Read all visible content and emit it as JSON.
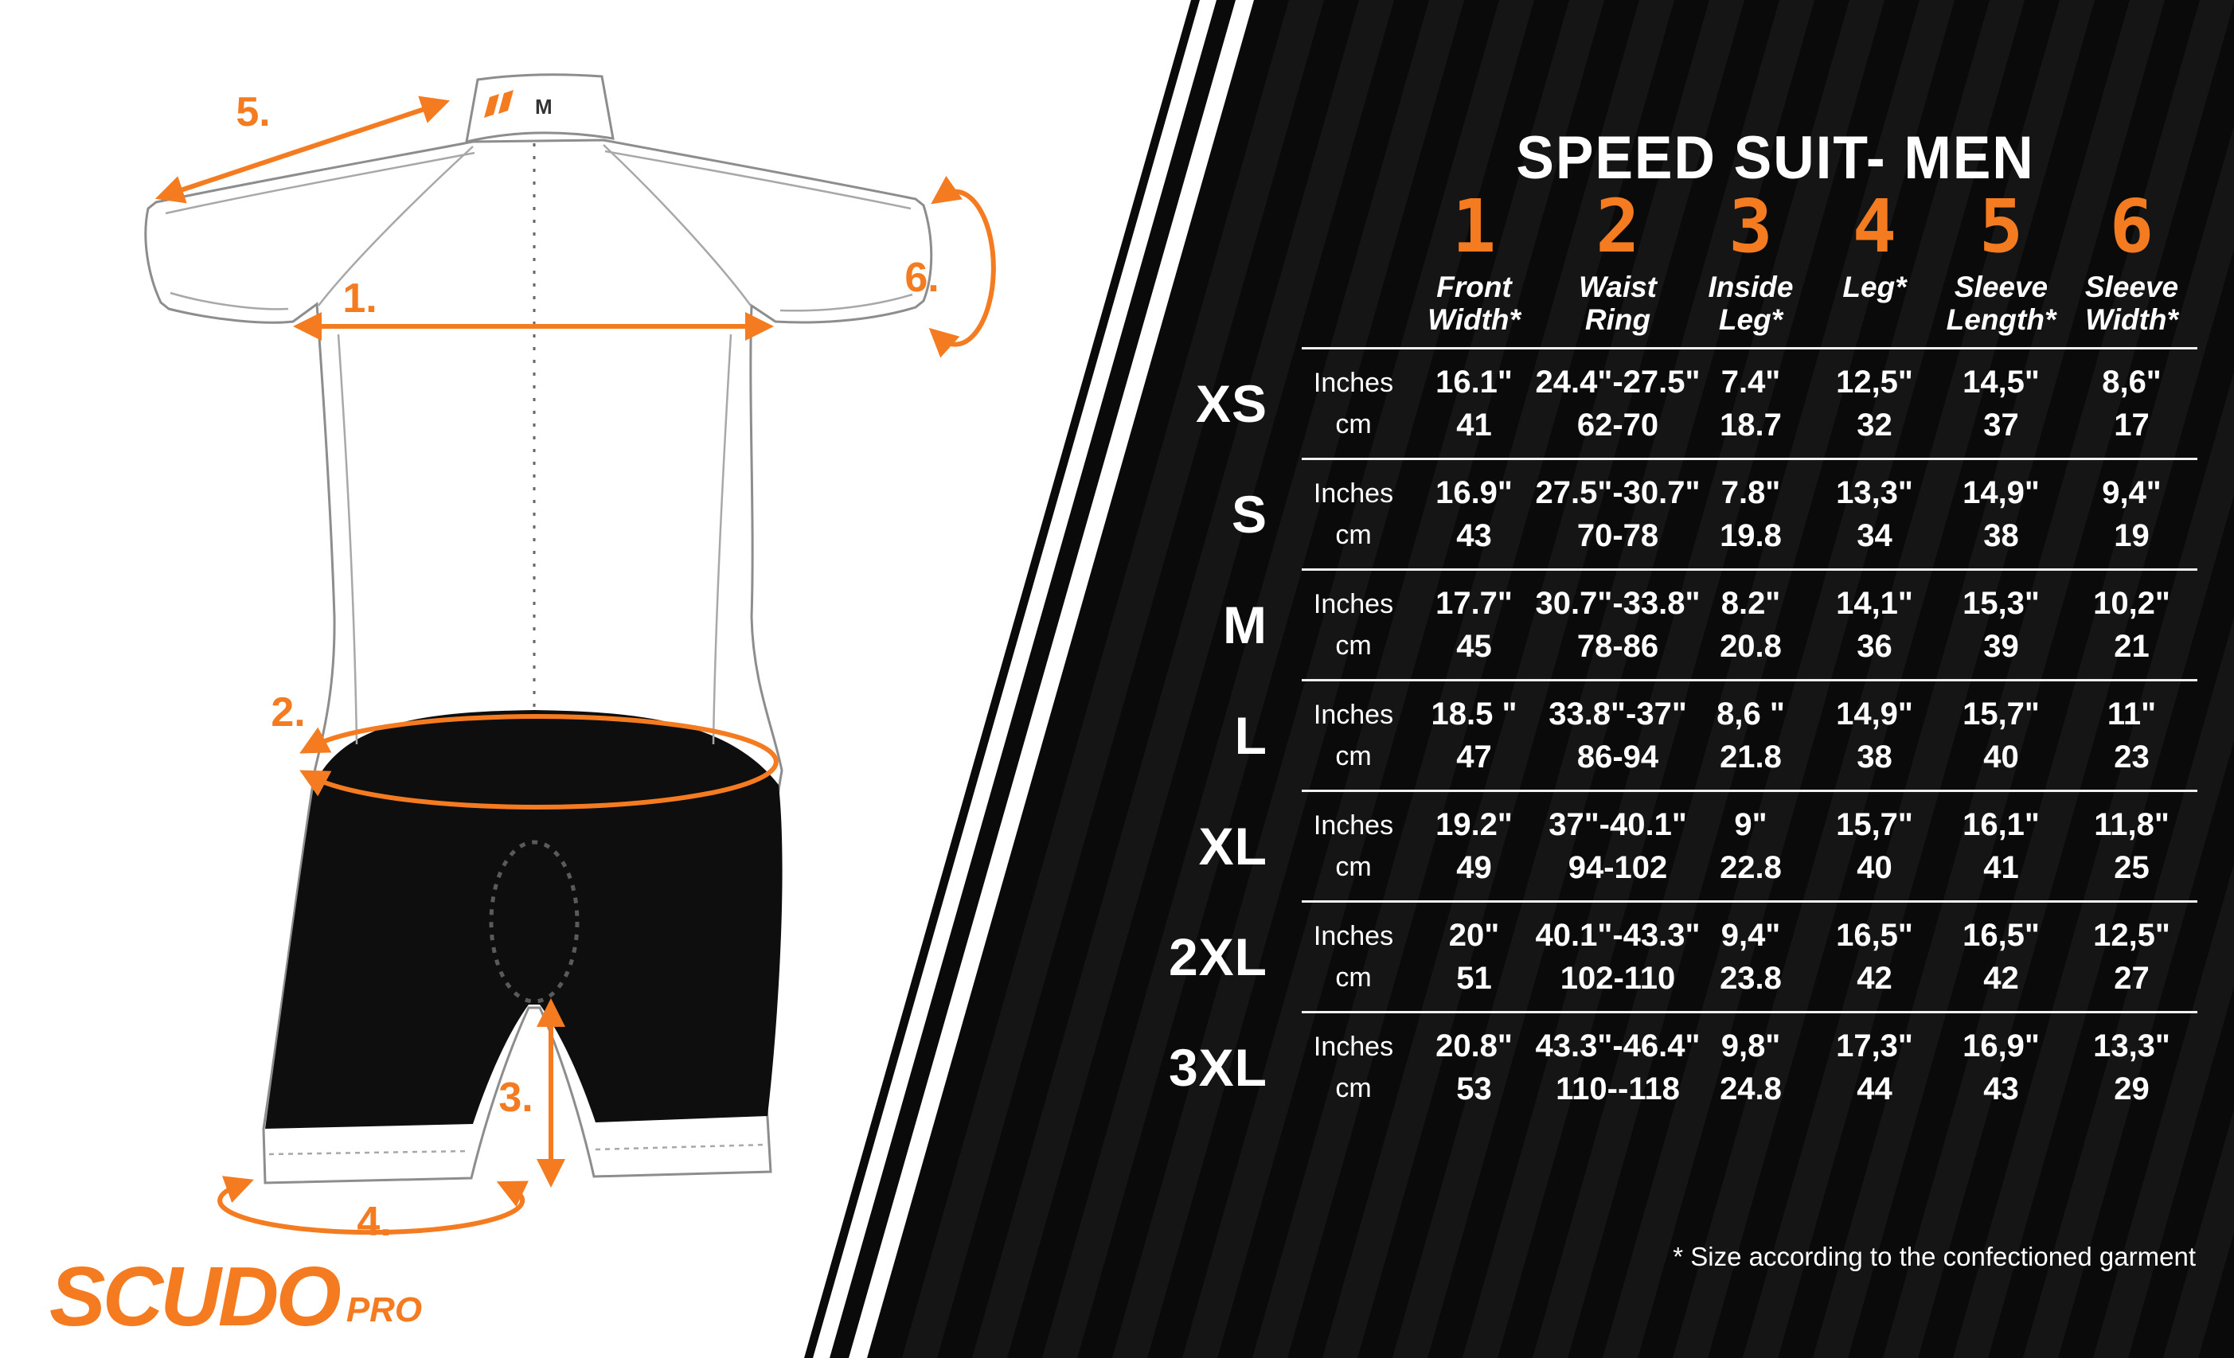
{
  "chart_data": {
    "type": "table",
    "title": "SPEED SUIT- MEN",
    "footnote": "* Size according to the confectioned garment",
    "units": [
      "Inches",
      "cm"
    ],
    "columns": [
      {
        "num": "1",
        "label": "Front\nWidth*"
      },
      {
        "num": "2",
        "label": "Waist\nRing"
      },
      {
        "num": "3",
        "label": "Inside\nLeg*"
      },
      {
        "num": "4",
        "label": "Leg*"
      },
      {
        "num": "5",
        "label": "Sleeve\nLength*"
      },
      {
        "num": "6",
        "label": "Sleeve\nWidth*"
      }
    ],
    "rows": [
      {
        "size": "XS",
        "cells": [
          [
            "16.1\"",
            "41"
          ],
          [
            "24.4\"-27.5\"",
            "62-70"
          ],
          [
            "7.4\"",
            "18.7"
          ],
          [
            "12,5\"",
            "32"
          ],
          [
            "14,5\"",
            "37"
          ],
          [
            "8,6\"",
            "17"
          ]
        ]
      },
      {
        "size": "S",
        "cells": [
          [
            "16.9\"",
            "43"
          ],
          [
            "27.5\"-30.7\"",
            "70-78"
          ],
          [
            "7.8\"",
            "19.8"
          ],
          [
            "13,3\"",
            "34"
          ],
          [
            "14,9\"",
            "38"
          ],
          [
            "9,4\"",
            "19"
          ]
        ]
      },
      {
        "size": "M",
        "cells": [
          [
            "17.7\"",
            "45"
          ],
          [
            "30.7\"-33.8\"",
            "78-86"
          ],
          [
            "8.2\"",
            "20.8"
          ],
          [
            "14,1\"",
            "36"
          ],
          [
            "15,3\"",
            "39"
          ],
          [
            "10,2\"",
            "21"
          ]
        ]
      },
      {
        "size": "L",
        "cells": [
          [
            "18.5 \"",
            "47"
          ],
          [
            "33.8\"-37\"",
            "86-94"
          ],
          [
            "8,6 \"",
            "21.8"
          ],
          [
            "14,9\"",
            "38"
          ],
          [
            "15,7\"",
            "40"
          ],
          [
            "11\"",
            "23"
          ]
        ]
      },
      {
        "size": "XL",
        "cells": [
          [
            "19.2\"",
            "49"
          ],
          [
            "37\"-40.1\"",
            "94-102"
          ],
          [
            "9\"",
            "22.8"
          ],
          [
            "15,7\"",
            "40"
          ],
          [
            "16,1\"",
            "41"
          ],
          [
            "11,8\"",
            "25"
          ]
        ]
      },
      {
        "size": "2XL",
        "cells": [
          [
            "20\"",
            "51"
          ],
          [
            "40.1\"-43.3\"",
            "102-110"
          ],
          [
            "9,4\"",
            "23.8"
          ],
          [
            "16,5\"",
            "42"
          ],
          [
            "16,5\"",
            "42"
          ],
          [
            "12,5\"",
            "27"
          ]
        ]
      },
      {
        "size": "3XL",
        "cells": [
          [
            "20.8\"",
            "53"
          ],
          [
            "43.3\"-46.4\"",
            "110--118"
          ],
          [
            "9,8\"",
            "24.8"
          ],
          [
            "17,3\"",
            "44"
          ],
          [
            "16,9\"",
            "43"
          ],
          [
            "13,3\"",
            "29"
          ]
        ]
      }
    ]
  },
  "diagram": {
    "labels": {
      "n1": "1.",
      "n2": "2.",
      "n3": "3.",
      "n4": "4.",
      "n5": "5.",
      "n6": "6."
    },
    "collar_size": "M"
  },
  "logo": {
    "name": "SCUDO",
    "suffix": "PRO"
  },
  "colors": {
    "orange": "#F47B20",
    "panel_black": "#0A0A0A",
    "stripe": "#151515"
  }
}
